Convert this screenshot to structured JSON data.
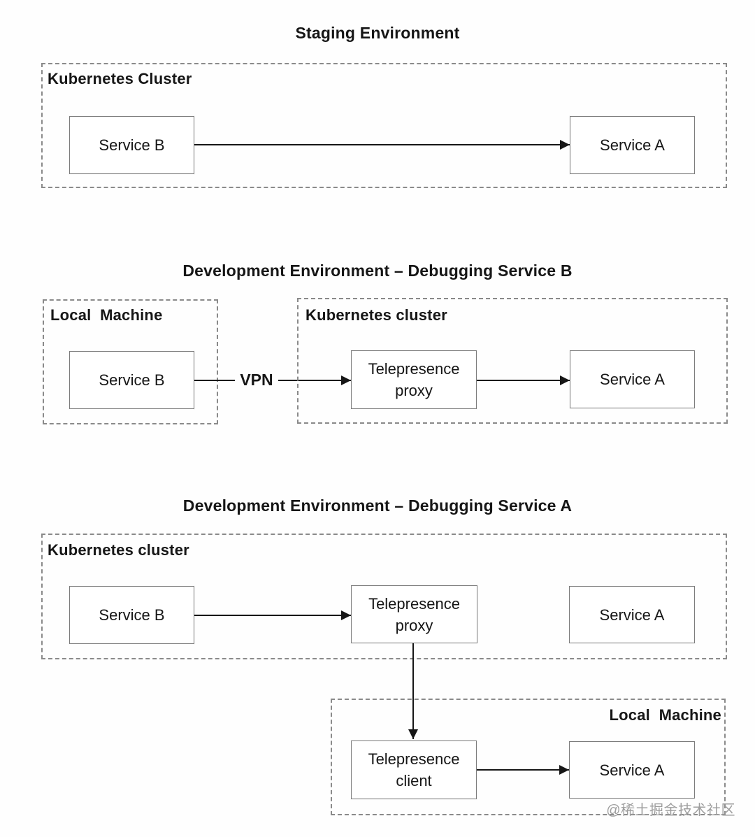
{
  "colors": {
    "background": "#fefefe",
    "text": "#161616",
    "node_border": "#7c7c7c",
    "dashed_border": "#8a8a8a",
    "arrow": "#161616",
    "watermark": "#9e9e9e"
  },
  "staging": {
    "title": "Staging Environment",
    "cluster_label": "Kubernetes Cluster",
    "nodes": {
      "service_b": "Service B",
      "service_a": "Service A"
    },
    "edges": [
      {
        "from": "service_b",
        "to": "service_a",
        "type": "arrow"
      }
    ]
  },
  "dev_b": {
    "title": "Development Environment – Debugging Service B",
    "local_machine_label": "Local  Machine",
    "cluster_label": "Kubernetes cluster",
    "vpn_label": "VPN",
    "nodes": {
      "service_b": "Service B",
      "proxy": [
        "Telepresence",
        "proxy"
      ],
      "service_a": "Service A"
    },
    "edges": [
      {
        "from": "service_b",
        "to": "proxy",
        "via": "VPN",
        "type": "arrow"
      },
      {
        "from": "proxy",
        "to": "service_a",
        "type": "arrow"
      }
    ]
  },
  "dev_a": {
    "title": "Development Environment – Debugging Service A",
    "cluster_label": "Kubernetes cluster",
    "local_machine_label": "Local  Machine",
    "nodes": {
      "service_b": "Service B",
      "proxy": [
        "Telepresence",
        "proxy"
      ],
      "service_a_cluster": "Service A",
      "client": [
        "Telepresence",
        "client"
      ],
      "service_a_local": "Service A"
    },
    "edges": [
      {
        "from": "service_b",
        "to": "proxy",
        "type": "arrow"
      },
      {
        "from": "proxy",
        "to": "client",
        "type": "arrow"
      },
      {
        "from": "client",
        "to": "service_a_local",
        "type": "arrow"
      }
    ]
  },
  "watermark": "@稀土掘金技术社区"
}
